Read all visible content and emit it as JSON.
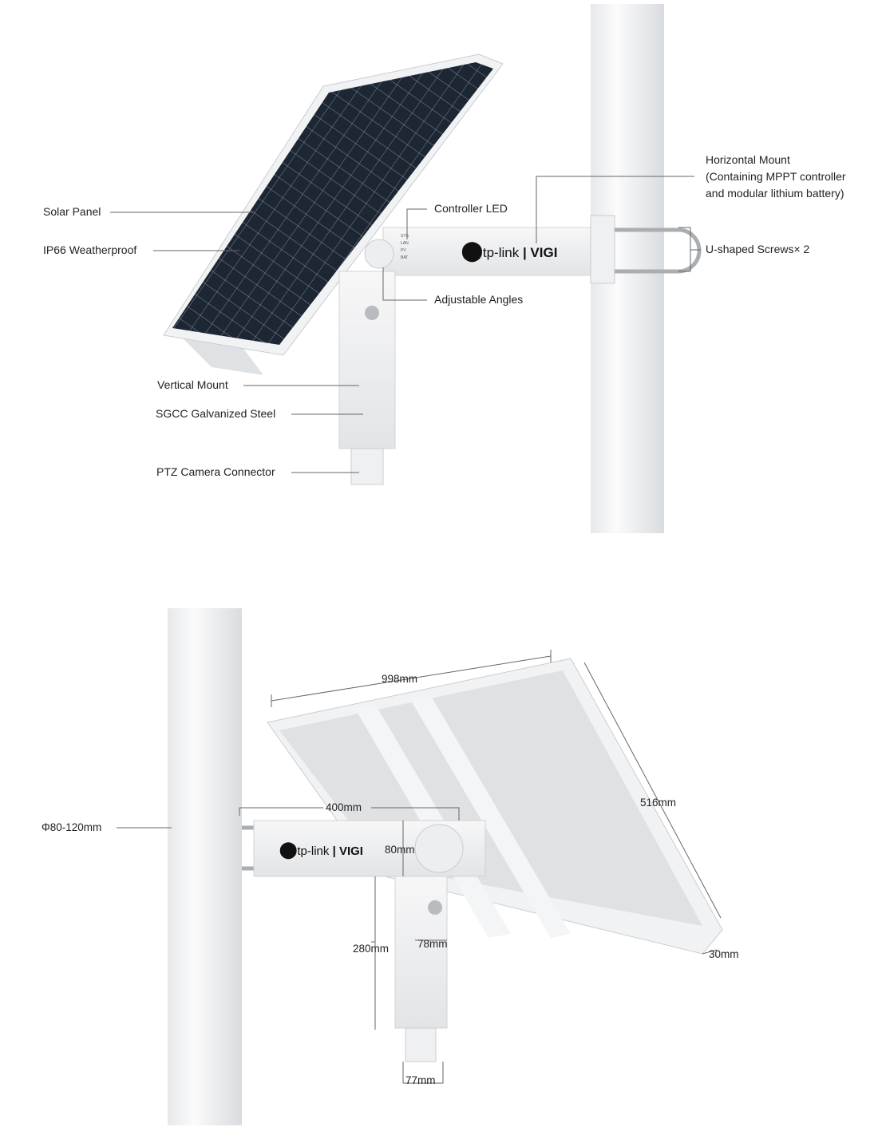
{
  "top_diagram": {
    "labels": {
      "solar_panel": "Solar Panel",
      "weatherproof": "IP66 Weatherproof",
      "controller_led": "Controller LED",
      "horizontal_mount_line1": "Horizontal Mount",
      "horizontal_mount_line2": "(Containing MPPT controller",
      "horizontal_mount_line3": "and modular lithium battery)",
      "u_screws": "U-shaped Screws× 2",
      "adjustable_angles": "Adjustable Angles",
      "vertical_mount": "Vertical Mount",
      "steel": "SGCC Galvanized Steel",
      "ptz_connector": "PTZ Camera Connector"
    },
    "led_labels": [
      "SYS",
      "LAN",
      "PV",
      "BAT"
    ]
  },
  "bottom_diagram": {
    "dimensions": {
      "panel_width": "998mm",
      "panel_height": "516mm",
      "panel_depth": "30mm",
      "arm_length": "400mm",
      "arm_height": "80mm",
      "pole_diameter": "Φ80-120mm",
      "vertical_height": "280mm",
      "vertical_width": "78mm",
      "connector_width": "77mm"
    }
  },
  "brand": {
    "logo": "tp-link",
    "product": "VIGI"
  },
  "colors": {
    "panel_cell": "#1c2430",
    "frame": "#e9ecef",
    "line": "#555555"
  }
}
